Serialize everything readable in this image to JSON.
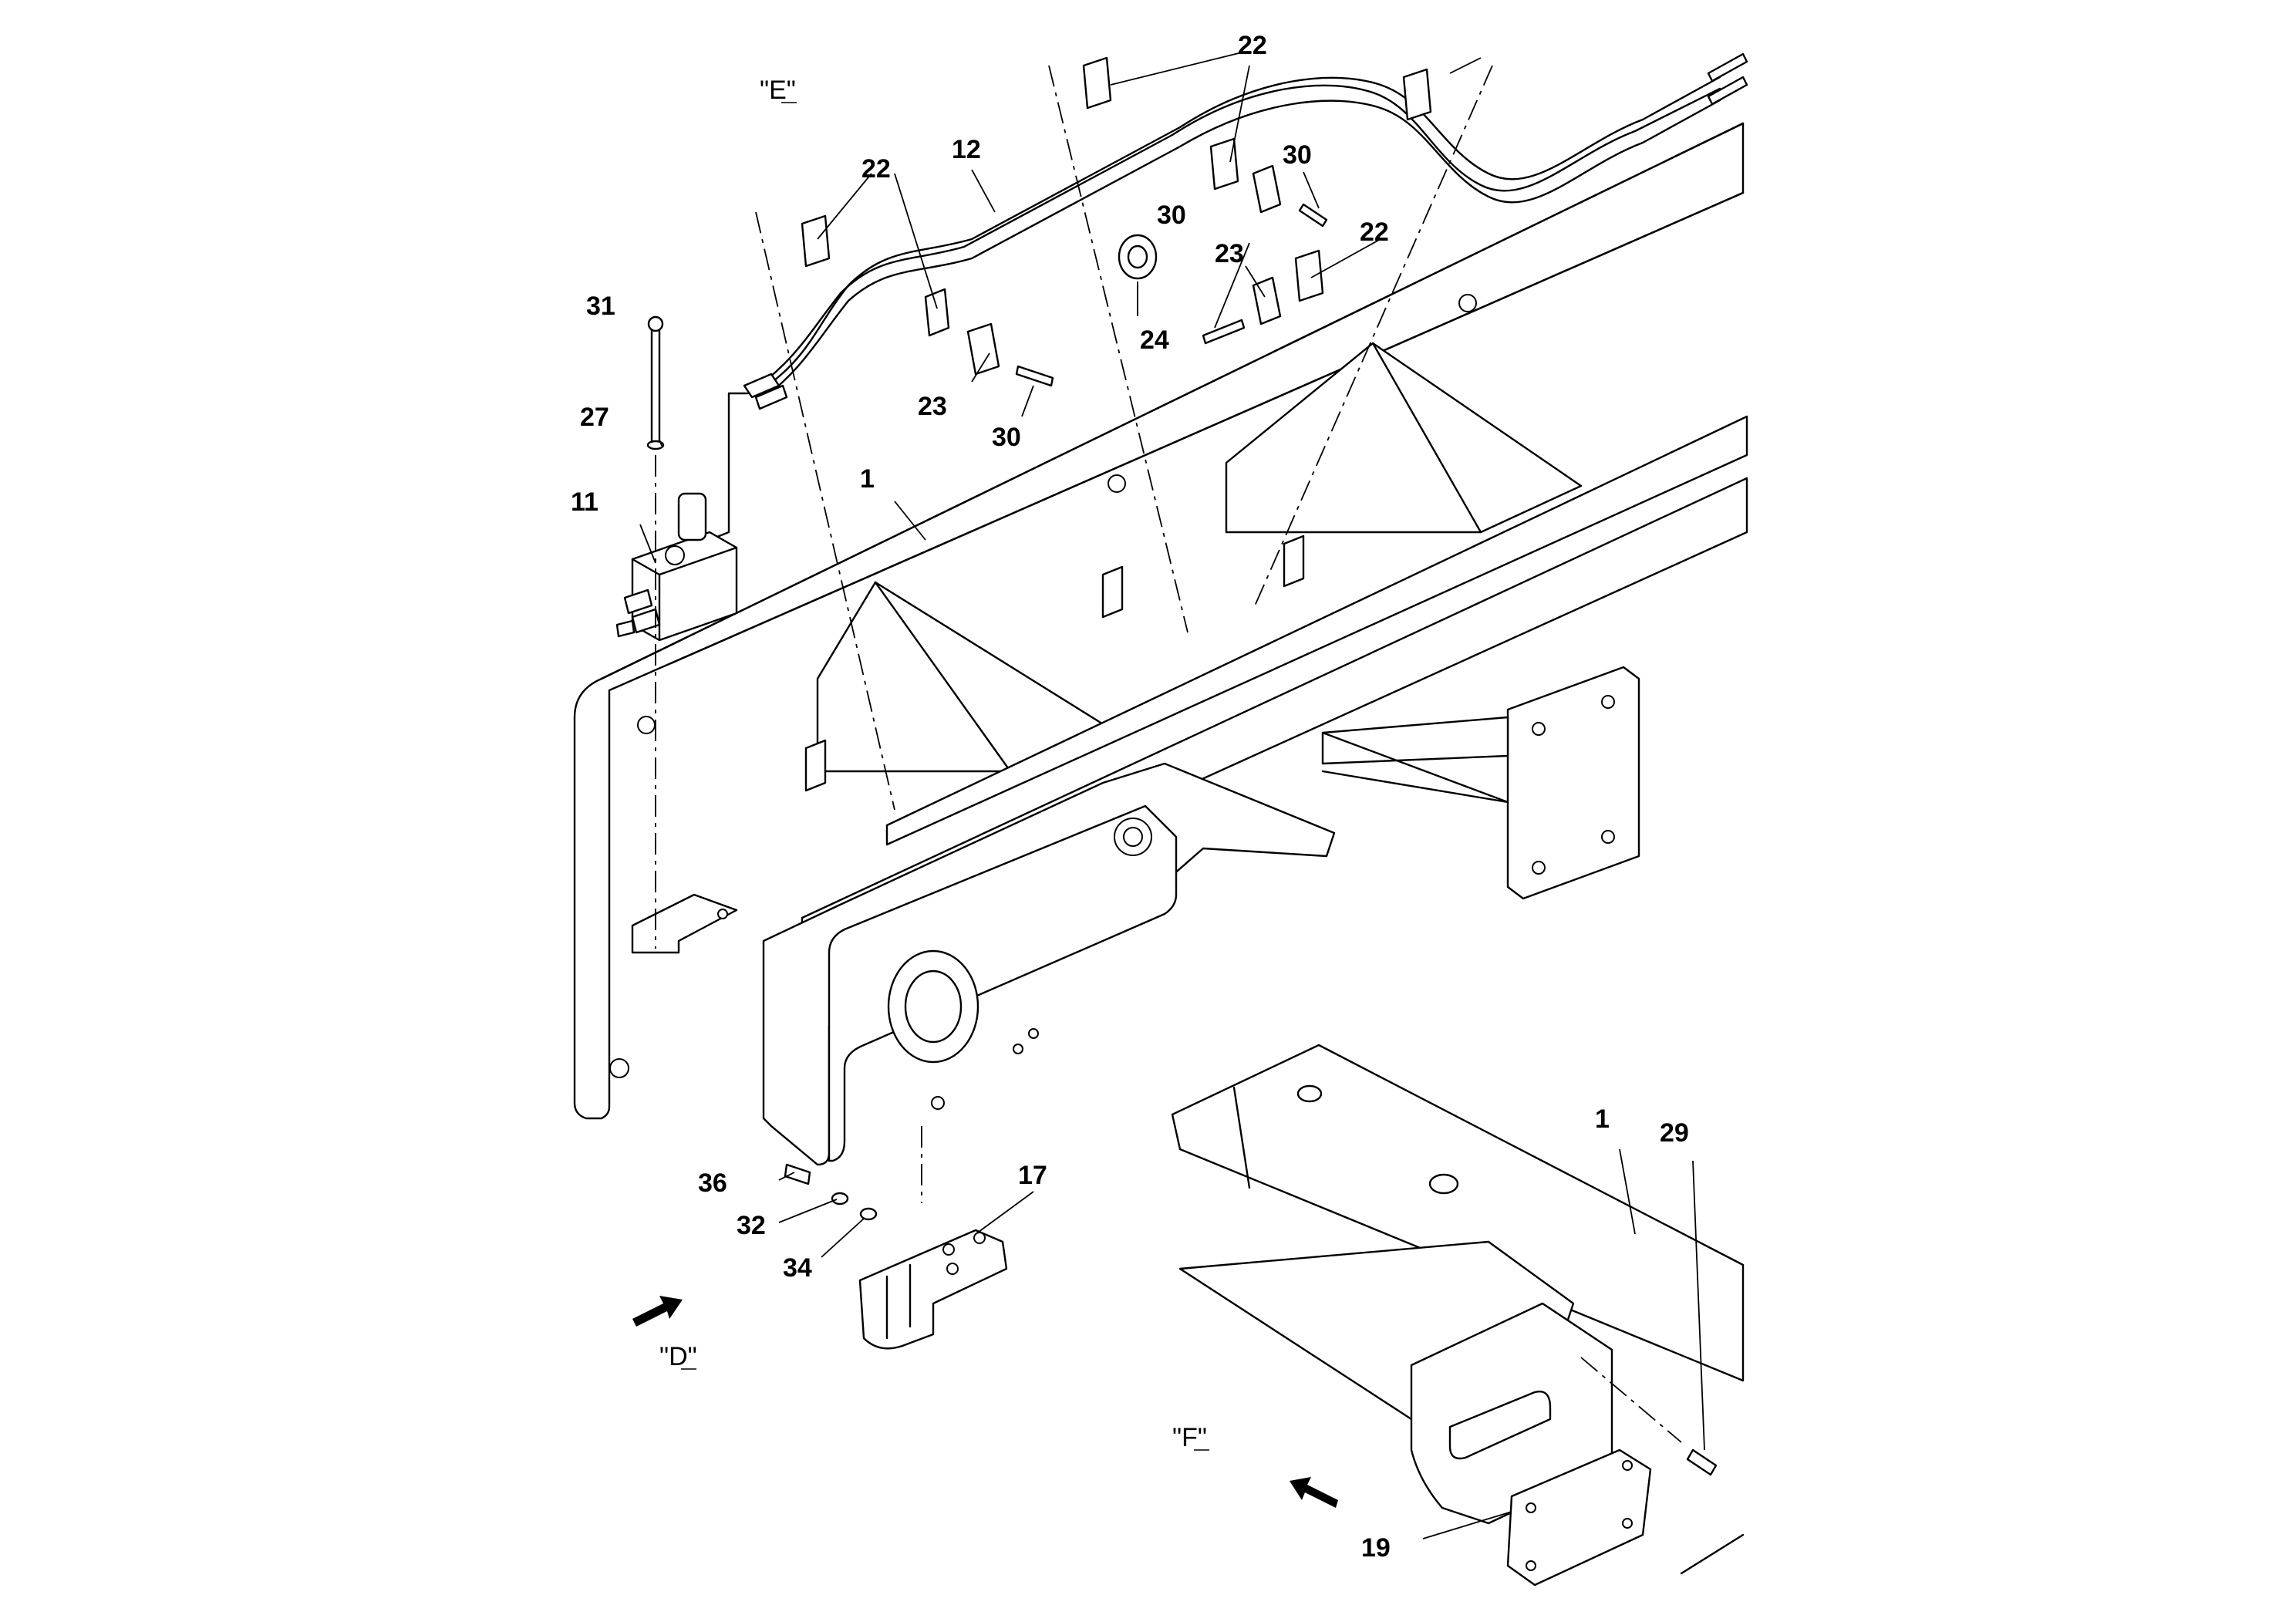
{
  "diagram": {
    "views": [
      {
        "id": "E",
        "label": "\"E\""
      },
      {
        "id": "D",
        "label": "\"D\""
      },
      {
        "id": "F",
        "label": "\"F\""
      }
    ],
    "callouts": [
      {
        "id": "c-22-top",
        "text": "22"
      },
      {
        "id": "c-22-left",
        "text": "22"
      },
      {
        "id": "c-22-right",
        "text": "22"
      },
      {
        "id": "c-12",
        "text": "12"
      },
      {
        "id": "c-30-a",
        "text": "30"
      },
      {
        "id": "c-30-b",
        "text": "30"
      },
      {
        "id": "c-30-c",
        "text": "30"
      },
      {
        "id": "c-23-a",
        "text": "23"
      },
      {
        "id": "c-23-b",
        "text": "23"
      },
      {
        "id": "c-24",
        "text": "24"
      },
      {
        "id": "c-31",
        "text": "31"
      },
      {
        "id": "c-27",
        "text": "27"
      },
      {
        "id": "c-11",
        "text": "11"
      },
      {
        "id": "c-1-main",
        "text": "1"
      },
      {
        "id": "c-36",
        "text": "36"
      },
      {
        "id": "c-32",
        "text": "32"
      },
      {
        "id": "c-34",
        "text": "34"
      },
      {
        "id": "c-17",
        "text": "17"
      },
      {
        "id": "c-1-detail",
        "text": "1"
      },
      {
        "id": "c-29",
        "text": "29"
      },
      {
        "id": "c-19",
        "text": "19"
      }
    ],
    "icons": {
      "arrow_d": "view-direction-arrow-icon",
      "arrow_f": "view-direction-arrow-icon"
    }
  }
}
